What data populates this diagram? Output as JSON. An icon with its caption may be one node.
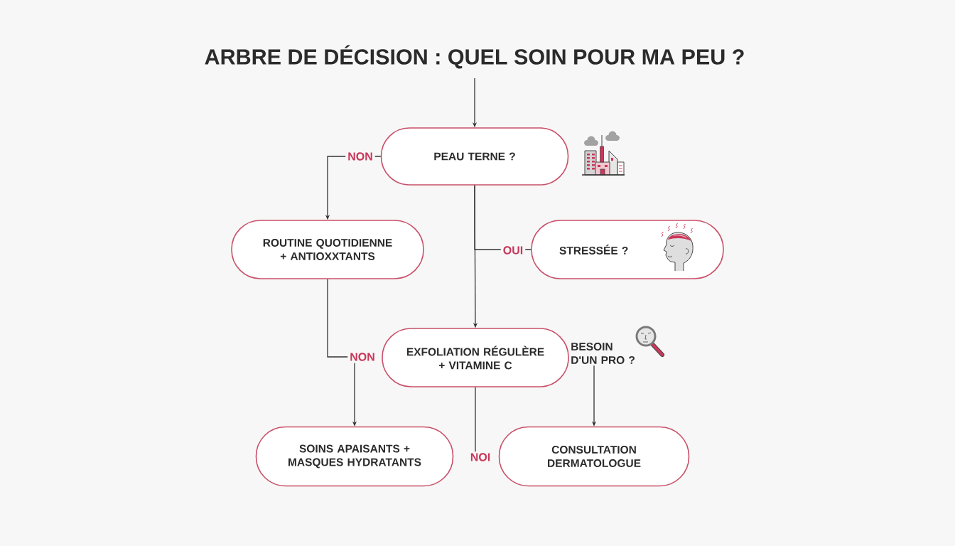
{
  "diagram": {
    "title": "ARBRE DE DÉCISION : QUEL SOIN POUR MA PEU ?",
    "nodes": [
      {
        "text": [
          "PEAU TERNE ?"
        ]
      },
      {
        "text": [
          "ROUTINE QUOTIDIENNE + ANTIOXXTANTS"
        ]
      },
      {
        "text": [
          "STRESSÉE ?"
        ]
      },
      {
        "text": [
          "EXFOLIATION RÉGULÈRE + VITAMINE C"
        ]
      },
      {
        "text": [
          "BESOIN D'UN PRO ?"
        ]
      },
      {
        "text": [
          "SOINS APAISANTS + MASQUES HYDRATANTS"
        ]
      },
      {
        "text": [
          "NOI"
        ]
      },
      {
        "text": [
          "CONSULTATION DERMATOLOGUE"
        ]
      }
    ],
    "edges": [
      {
        "from": null,
        "to": 0,
        "arrow": "to"
      },
      {
        "from": 0,
        "to": 1,
        "arrow": "to",
        "label": "NON"
      },
      {
        "from": 0,
        "to": 2,
        "arrow": "none",
        "label": "OUI"
      },
      {
        "from": 0,
        "to": 3,
        "arrow": "to"
      },
      {
        "from": 1,
        "to": 5,
        "arrow": "to",
        "label": "NON"
      },
      {
        "from": 3,
        "to": 6,
        "arrow": "none"
      },
      {
        "from": 4,
        "to": 7,
        "arrow": "to"
      }
    ]
  }
}
